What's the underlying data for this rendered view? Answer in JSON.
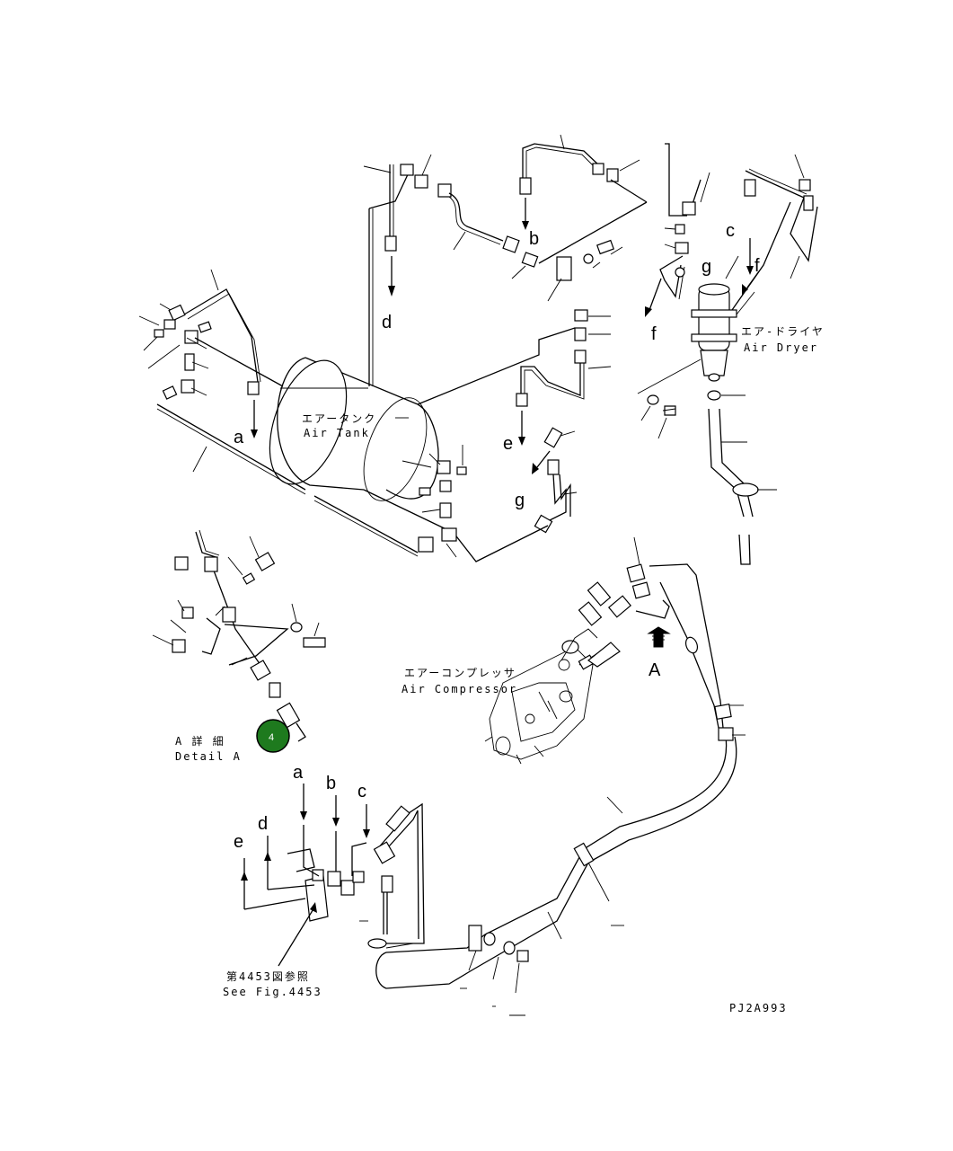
{
  "labels": {
    "air_tank_jp": "エアータンク",
    "air_tank_en": "Air Tank",
    "air_dryer_jp": "エア-ドライヤ",
    "air_dryer_en": "Air Dryer",
    "air_compressor_jp": "エアーコンプレッサ",
    "air_compressor_en": "Air Compressor",
    "detail_a_jp": "A 詳 細",
    "detail_a_en": "Detail A",
    "see_fig_jp": "第4453図参照",
    "see_fig_en": "See Fig.4453",
    "view_a": "A",
    "drawing_code": "PJ2A993"
  },
  "markers": {
    "a": "a",
    "b": "b",
    "c": "c",
    "d": "d",
    "e": "e",
    "f": "f",
    "g": "g"
  },
  "badge": {
    "number": "4",
    "color": "#1e7a1e"
  },
  "colors": {
    "line": "#000000",
    "background": "#ffffff"
  }
}
